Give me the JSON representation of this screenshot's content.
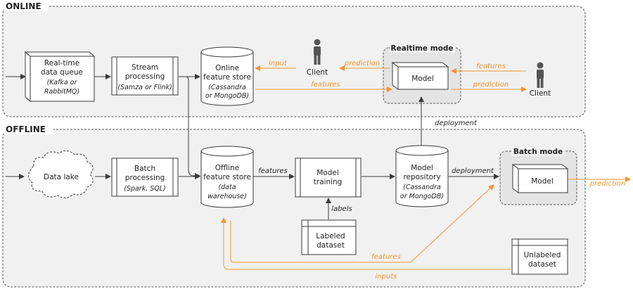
{
  "sections": {
    "online": "ONLINE",
    "offline": "OFFLINE"
  },
  "modes": {
    "realtime": "Realtime mode",
    "batch": "Batch mode"
  },
  "nodes": {
    "queue": {
      "l1": "Real-time",
      "l2": "data queue",
      "s1": "(Kafka or",
      "s2": "RabbitMQ)"
    },
    "stream": {
      "l1": "Stream",
      "l2": "processing",
      "s1": "(Samza or Flink)"
    },
    "online_store": {
      "l1": "Online",
      "l2": "feature store",
      "s1": "(Cassandra",
      "s2": "or MongoDB)"
    },
    "client1": {
      "label": "Client"
    },
    "rt_model": {
      "label": "Model"
    },
    "client2": {
      "label": "Client"
    },
    "data_lake": {
      "label": "Data lake"
    },
    "batch": {
      "l1": "Batch",
      "l2": "processing",
      "s1": "(Spark, SQL)"
    },
    "offline_store": {
      "l1": "Offline",
      "l2": "feature store",
      "s1": "(data",
      "s2": "warehouse)"
    },
    "training": {
      "l1": "Model",
      "l2": "training"
    },
    "repo": {
      "l1": "Model",
      "l2": "repository",
      "s1": "(Cassandra",
      "s2": "or MongoDB)"
    },
    "batch_model": {
      "label": "Model"
    },
    "labeled": {
      "l1": "Labeled",
      "l2": "dataset"
    },
    "unlabeled": {
      "l1": "Unlabeled",
      "l2": "dataset"
    }
  },
  "flows": {
    "input": "input",
    "prediction_to_client": "prediction",
    "features_online": "features",
    "features_from_client": "features",
    "prediction_to_client2": "prediction",
    "deployment_up": "deployment",
    "features_training": "features",
    "deployment_batch": "deployment",
    "prediction_batch": "prediction",
    "labels": "labels",
    "features_offline": "features",
    "inputs": "inputs"
  },
  "colors": {
    "orange": "#f0952e",
    "panel": "#f1f1f1",
    "stroke": "#3a3a3a",
    "mode_bg": "#e4e4e4"
  }
}
